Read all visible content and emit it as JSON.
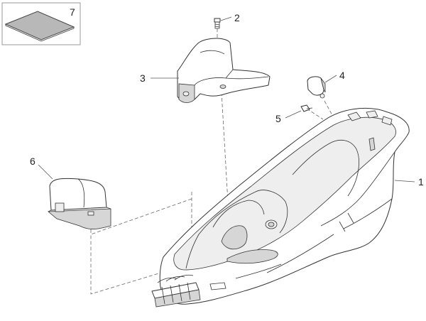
{
  "callouts": {
    "c1": "1",
    "c2": "2",
    "c3": "3",
    "c4": "4",
    "c5": "5",
    "c6": "6",
    "c7": "7"
  },
  "colors": {
    "line": "#333333",
    "mat_fill": "#b8b8b8",
    "shade": "#d6d6d6"
  }
}
